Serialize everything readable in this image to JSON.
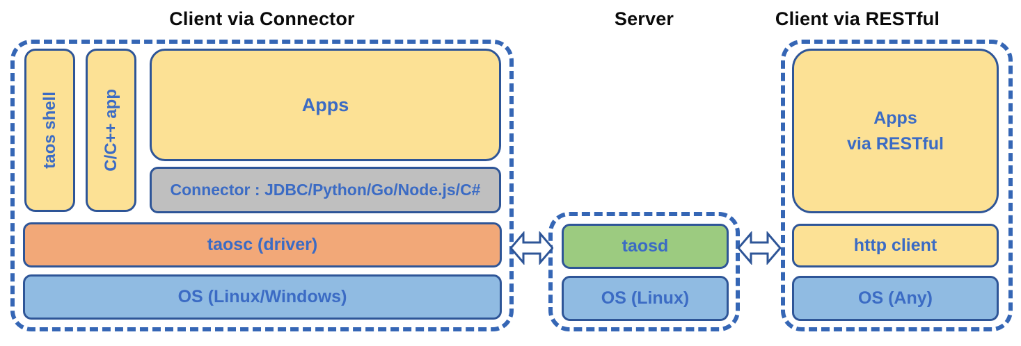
{
  "colors": {
    "yellow_fill": "#FCE195",
    "orange_fill": "#F2A878",
    "green_fill": "#9CCB80",
    "blue_fill": "#90BBE2",
    "gray_fill": "#BFBFBF",
    "box_border": "#2E5597",
    "dashed_border": "#3566B5",
    "label_text": "#3B6BC4",
    "title_text": "#0A0A0A"
  },
  "sections": {
    "connector": {
      "title": "Client via Connector",
      "boxes": {
        "taos_shell": "taos shell",
        "cpp_app": "C/C++ app",
        "apps": "Apps",
        "connector": "Connector : JDBC/Python/Go/Node.js/C#",
        "taosc": "taosc (driver)",
        "os": "OS (Linux/Windows)"
      }
    },
    "server": {
      "title": "Server",
      "boxes": {
        "taosd": "taosd",
        "os": "OS (Linux)"
      }
    },
    "restful": {
      "title": "Client via RESTful",
      "boxes": {
        "apps": "Apps\nvia RESTful",
        "http_client": "http client",
        "os": "OS (Any)"
      }
    }
  },
  "icons": {
    "left_link": "double-headed-arrow",
    "right_link": "double-headed-arrow"
  }
}
